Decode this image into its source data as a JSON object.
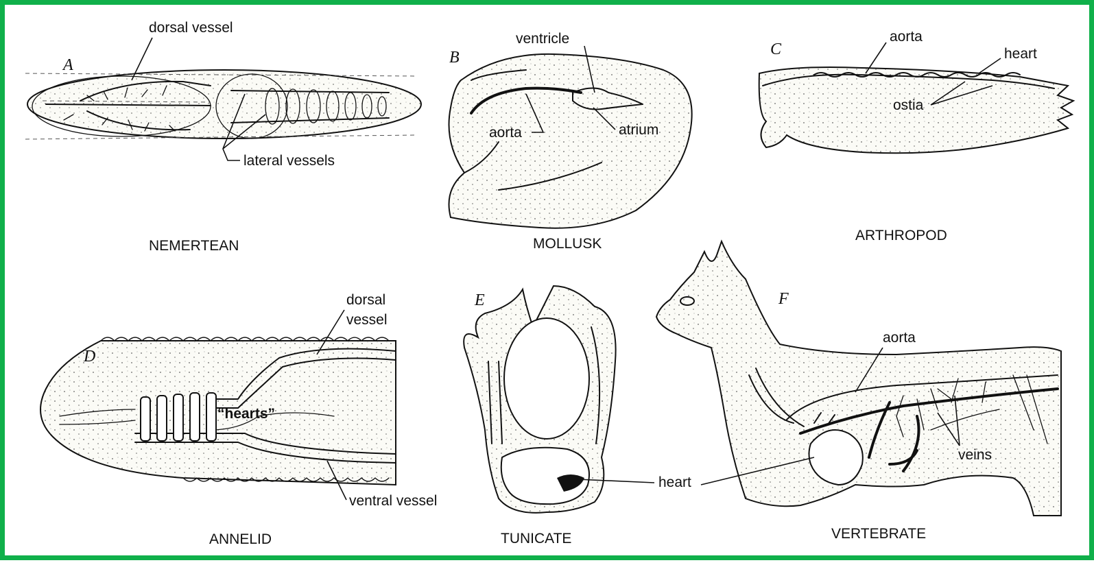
{
  "frame_color": "#10b04a",
  "panels": [
    {
      "letter": "A",
      "caption": "NEMERTEAN",
      "labels": {
        "dorsal_vessel": "dorsal vessel",
        "lateral_vessels": "lateral vessels"
      }
    },
    {
      "letter": "B",
      "caption": "MOLLUSK",
      "labels": {
        "ventricle": "ventricle",
        "aorta": "aorta",
        "atrium": "atrium"
      }
    },
    {
      "letter": "C",
      "caption": "ARTHROPOD",
      "labels": {
        "aorta": "aorta",
        "heart": "heart",
        "ostia": "ostia"
      }
    },
    {
      "letter": "D",
      "caption": "ANNELID",
      "labels": {
        "dorsal_line1": "dorsal",
        "dorsal_line2": "vessel",
        "hearts": "“hearts”",
        "ventral_vessel": "ventral vessel"
      }
    },
    {
      "letter": "E",
      "caption": "TUNICATE",
      "labels": {
        "heart": "heart"
      }
    },
    {
      "letter": "F",
      "caption": "VERTEBRATE",
      "labels": {
        "aorta": "aorta",
        "veins": "veins"
      }
    }
  ]
}
